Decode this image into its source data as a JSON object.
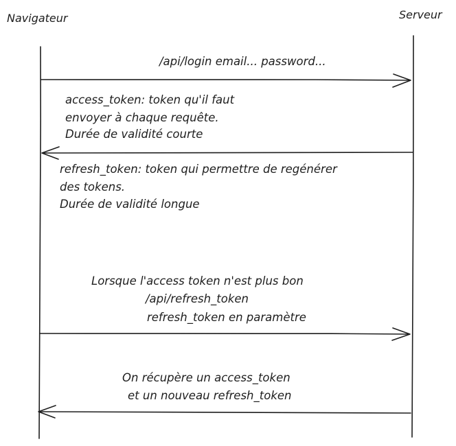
{
  "actors": {
    "client": "Navigateur",
    "server": "Serveur"
  },
  "messages": [
    {
      "direction": "to-server",
      "lines": [
        "/api/login email... password..."
      ]
    },
    {
      "direction": "to-client",
      "lines": [
        "access_token: token qu'il faut",
        "envoyer à chaque requête.",
        "Durée de validité courte"
      ]
    },
    {
      "direction": "none",
      "lines": [
        "refresh_token: token qui permettre de regénérer",
        "des tokens.",
        "Durée de validité longue"
      ]
    },
    {
      "direction": "to-server",
      "lines": [
        "Lorsque l'access token n'est plus bon",
        "/api/refresh_token",
        "refresh_token en paramètre"
      ]
    },
    {
      "direction": "to-client",
      "lines": [
        "On récupère un access_token",
        "et un nouveau refresh_token"
      ]
    }
  ]
}
